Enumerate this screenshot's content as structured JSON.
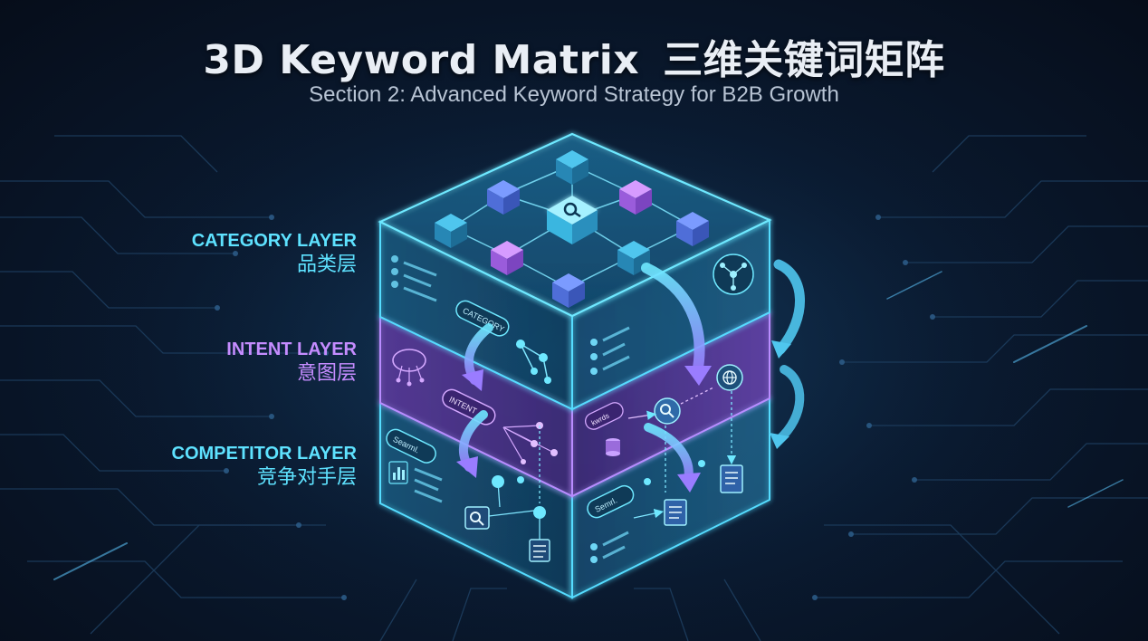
{
  "header": {
    "title_en": "3D Keyword Matrix",
    "title_zh": "三维关键词矩阵",
    "subtitle": "Section 2: Advanced Keyword Strategy for B2B Growth"
  },
  "layers": [
    {
      "label_en": "CATEGORY LAYER",
      "label_zh": "品类层",
      "color": "#5ee2ff"
    },
    {
      "label_en": "INTENT LAYER",
      "label_zh": "意图层",
      "color": "#c58cff"
    },
    {
      "label_en": "COMPETITOR LAYER",
      "label_zh": "竞争对手层",
      "color": "#5ee2ff"
    }
  ],
  "cube_tags": {
    "category": "CATEGORY",
    "intent": "INTENT",
    "intent_right": "kwrds",
    "comp_left": "Searml.",
    "comp_right": "Semrl."
  },
  "icons": [
    "search-icon",
    "globe-icon",
    "document-icon",
    "database-icon",
    "chart-icon",
    "network-icon"
  ]
}
